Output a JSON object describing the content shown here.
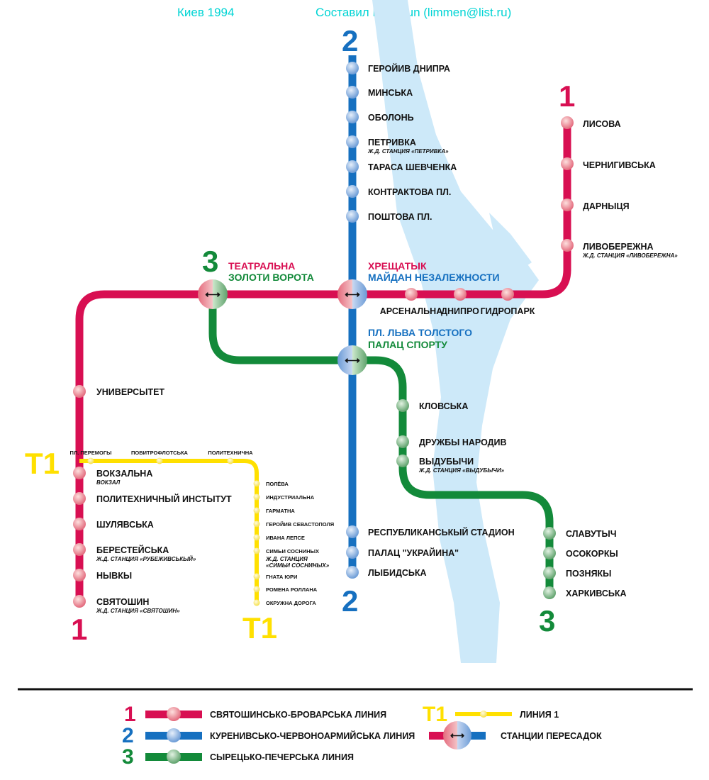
{
  "header": {
    "city_year": "Киев 1994",
    "credit": "Составил Metrofun (limmen@list.ru)"
  },
  "colors": {
    "line1": "#d80f52",
    "line2": "#1670c0",
    "line3": "#138a3a",
    "t1": "#ffe000",
    "river": "#cde9f9",
    "header": "#00d4d4"
  },
  "line_numbers": {
    "l1": "1",
    "l2": "2",
    "l3": "3",
    "t1": "T1"
  },
  "transfers": [
    {
      "a": "ТЕАТРАЛЬНА",
      "b": "ЗОЛОТИ ВОРОТА"
    },
    {
      "a": "ХРЕЩАТЫК",
      "b": "МАЙДАН НЕЗАЛЕЖНОСТИ"
    },
    {
      "a": "ПЛ. ЛЬВА ТОЛСТОГО",
      "b": "ПАЛАЦ СПОРТУ"
    }
  ],
  "line1": [
    {
      "name": "ЛИСОВА"
    },
    {
      "name": "ЧЕРНИГИВСЬКА"
    },
    {
      "name": "ДАРНЫЦЯ"
    },
    {
      "name": "ЛИВОБЕРЕЖНА",
      "note": "Ж.Д. СТАНЦИЯ «ЛИВОБЕРЕЖНА»"
    },
    {
      "name": "ГИДРОПАРК"
    },
    {
      "name": "ДНИПРО"
    },
    {
      "name": "АРСЕНАЛЬНА"
    },
    {
      "name": "УНИВЕРСЫТЕТ"
    },
    {
      "name": "ВОКЗАЛЬНА",
      "note": "ВОКЗАЛ"
    },
    {
      "name": "ПОЛИТЕХНИЧНЫЙ ИНСТЫТУТ"
    },
    {
      "name": "ШУЛЯВСЬКА"
    },
    {
      "name": "БЕРЕСТЕЙСЬКА",
      "note": "Ж.Д. СТАНЦИЯ «РУБЕЖИВСЬКЫЙ»"
    },
    {
      "name": "НЫВКЫ"
    },
    {
      "name": "СВЯТОШИН",
      "note": "Ж.Д. СТАНЦИЯ «СВЯТОШИН»"
    }
  ],
  "line2": [
    {
      "name": "ГЕРОЙИВ ДНИПРА"
    },
    {
      "name": "МИНСЬКА"
    },
    {
      "name": "ОБОЛОНЬ"
    },
    {
      "name": "ПЕТРИВКА",
      "note": "Ж.Д. СТАНЦИЯ «ПЕТРИВКА»"
    },
    {
      "name": "ТАРАСА ШЕВЧЕНКА"
    },
    {
      "name": "КОНТРАКТОВА ПЛ."
    },
    {
      "name": "ПОШТОВА ПЛ."
    },
    {
      "name": "РЕСПУБЛИКАНСЬКЫЙ СТАДИОН"
    },
    {
      "name": "ПАЛАЦ \"УКРАЙИНА\""
    },
    {
      "name": "ЛЫБИДСЬКА"
    }
  ],
  "line3": [
    {
      "name": "КЛОВСЬКА"
    },
    {
      "name": "ДРУЖБЫ НАРОДИВ"
    },
    {
      "name": "ВЫДУБЫЧИ",
      "note": "Ж.Д. СТАНЦИЯ «ВЫДУБЫЧИ»"
    },
    {
      "name": "СЛАВУТЫЧ"
    },
    {
      "name": "ОСОКОРКЫ"
    },
    {
      "name": "ПОЗНЯКЫ"
    },
    {
      "name": "ХАРКИВСЬКА"
    }
  ],
  "t1": [
    {
      "name": "ПЛ. ПЕРЕМОГЫ"
    },
    {
      "name": "ПОВИТРОФЛОТСЬКА"
    },
    {
      "name": "ПОЛИТЕХНИЧНА"
    },
    {
      "name": "ПОЛЁВА"
    },
    {
      "name": "ИНДУСТРИАЛЬНА"
    },
    {
      "name": "ГАРМАТНА"
    },
    {
      "name": "ГЕРОЙИВ СЕВАСТОПОЛЯ"
    },
    {
      "name": "ИВАНА ЛЕПСЕ"
    },
    {
      "name": "СИМЬИ СОСНИНЫХ",
      "note": "Ж.Д. СТАНЦИЯ",
      "note2": "«СИМЬИ СОСНИНЫХ»"
    },
    {
      "name": "ГНАТА ЮРИ"
    },
    {
      "name": "РОМЕНА РОЛЛАНА"
    },
    {
      "name": "ОКРУЖНА ДОРОГА"
    }
  ],
  "legend": {
    "l1": "СВЯТОШИНСЬКО-БРОВАРСЬКА ЛИНИЯ",
    "l2": "КУРЕНИВСЬКО-ЧЕРВОНОАРМИЙСЬКА ЛИНИЯ",
    "l3": "СЫРЕЦЬКО-ПЕЧЕРСЬКА ЛИНИЯ",
    "t1": "ЛИНИЯ 1",
    "transfer": "СТАНЦИИ ПЕРЕСАДОК"
  }
}
